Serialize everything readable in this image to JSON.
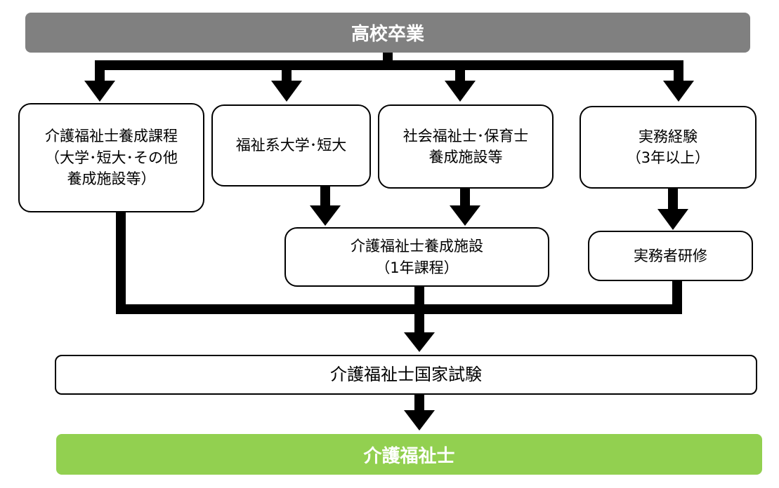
{
  "top": {
    "label": "高校卒業",
    "color": "#808080"
  },
  "routes": [
    {
      "label": "介護福祉士養成課程\n（大学･短大･その他\n養成施設等）"
    },
    {
      "label": "福祉系大学･短大"
    },
    {
      "label": "社会福祉士･保育士\n養成施設等"
    },
    {
      "label": "実務経験\n（3年以上）"
    }
  ],
  "intermediate": [
    {
      "label": "介護福祉士養成施設\n（1年課程）"
    },
    {
      "label": "実務者研修"
    }
  ],
  "exam": {
    "label": "介護福祉士国家試験"
  },
  "result": {
    "label": "介護福祉士",
    "color": "#92d050"
  }
}
